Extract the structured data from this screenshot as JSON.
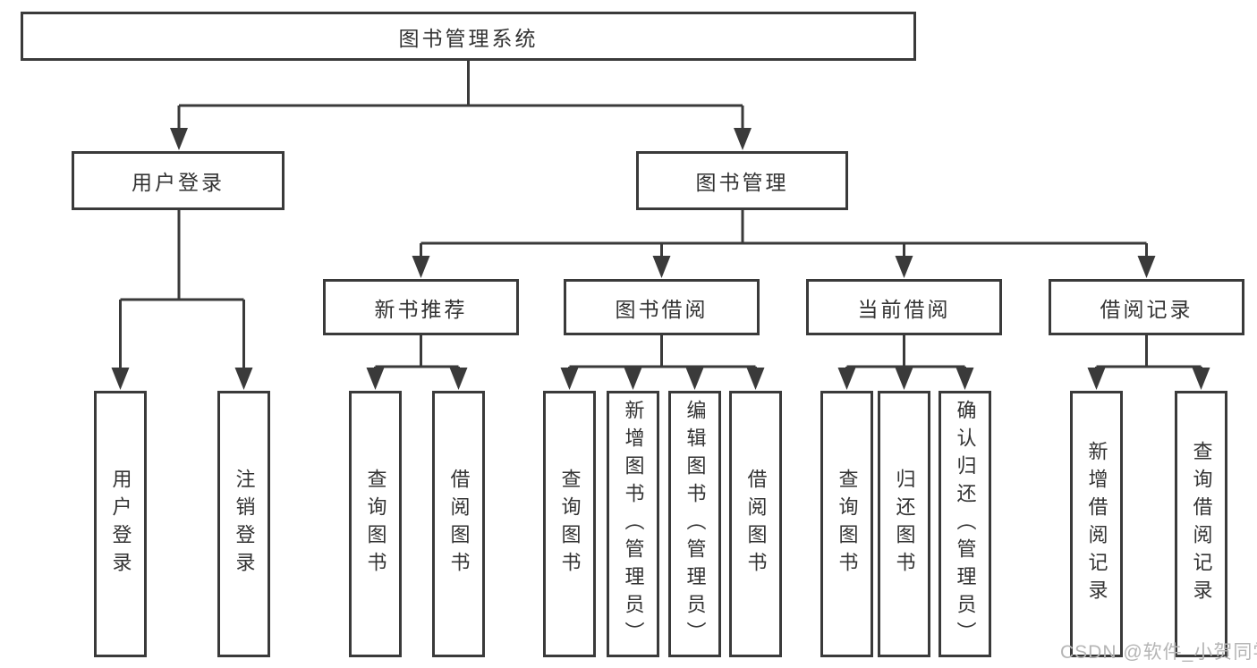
{
  "diagram": {
    "type": "hierarchy-tree",
    "tree": {
      "root": {
        "label": "图书管理系统"
      },
      "level1": [
        {
          "label": "用户登录",
          "children": [
            {
              "label": "用户登录"
            },
            {
              "label": "注销登录"
            }
          ]
        },
        {
          "label": "图书管理",
          "children": [
            {
              "label": "新书推荐",
              "children": [
                {
                  "label": "查询图书"
                },
                {
                  "label": "借阅图书"
                }
              ]
            },
            {
              "label": "图书借阅",
              "children": [
                {
                  "label": "查询图书"
                },
                {
                  "label": "新增图书（管理员）"
                },
                {
                  "label": "编辑图书（管理员）"
                },
                {
                  "label": "借阅图书"
                }
              ]
            },
            {
              "label": "当前借阅",
              "children": [
                {
                  "label": "查询图书"
                },
                {
                  "label": "归还图书"
                },
                {
                  "label": "确认归还（管理员）"
                }
              ]
            },
            {
              "label": "借阅记录",
              "children": [
                {
                  "label": "新增借阅记录"
                },
                {
                  "label": "查询借阅记录"
                }
              ]
            }
          ]
        }
      ]
    },
    "watermark": "CSDN @软件_小贺同学"
  },
  "colors": {
    "line": "#3a3a3a",
    "text": "#333333",
    "bg": "#ffffff",
    "watermark": "#b5b5b5"
  }
}
